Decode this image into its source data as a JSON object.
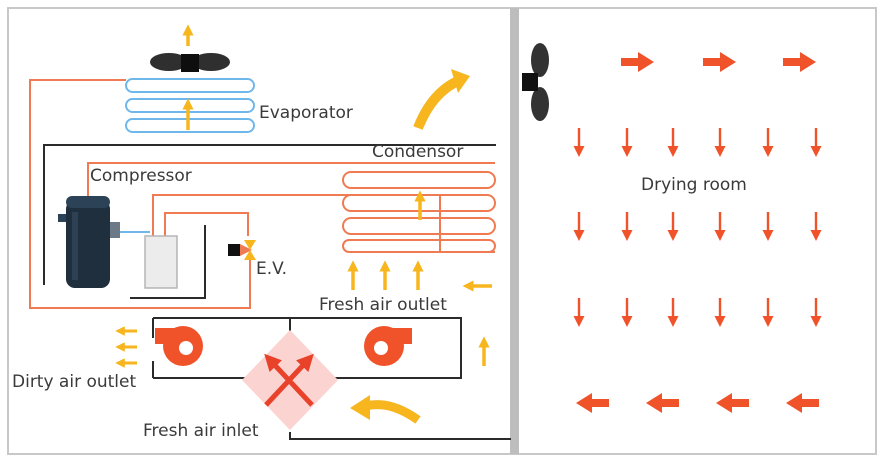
{
  "labels": {
    "evaporator": "Evaporator",
    "condensor": "Condensor",
    "compressor": "Compressor",
    "ev": "E.V.",
    "fresh_air_outlet": "Fresh air outlet",
    "dirty_air_outlet": "Dirty air outlet",
    "fresh_air_inlet": "Fresh air inlet",
    "drying_room": "Drying room"
  },
  "colors": {
    "hot_pipe": "#f07a52",
    "cold_coil": "#6fb7ea",
    "airflow_yellow": "#f7b51e",
    "room_arrow": "#f0522a",
    "partition": "#bdbdbd",
    "frame": "#c8c8c8",
    "duct_line": "#2b2b2b",
    "fan": "#2f2f2f",
    "heat_exchanger_fill": "#fbd3d0",
    "heat_exchanger_arrow": "#e8422a",
    "compressor_body": "#1f2f3e"
  }
}
